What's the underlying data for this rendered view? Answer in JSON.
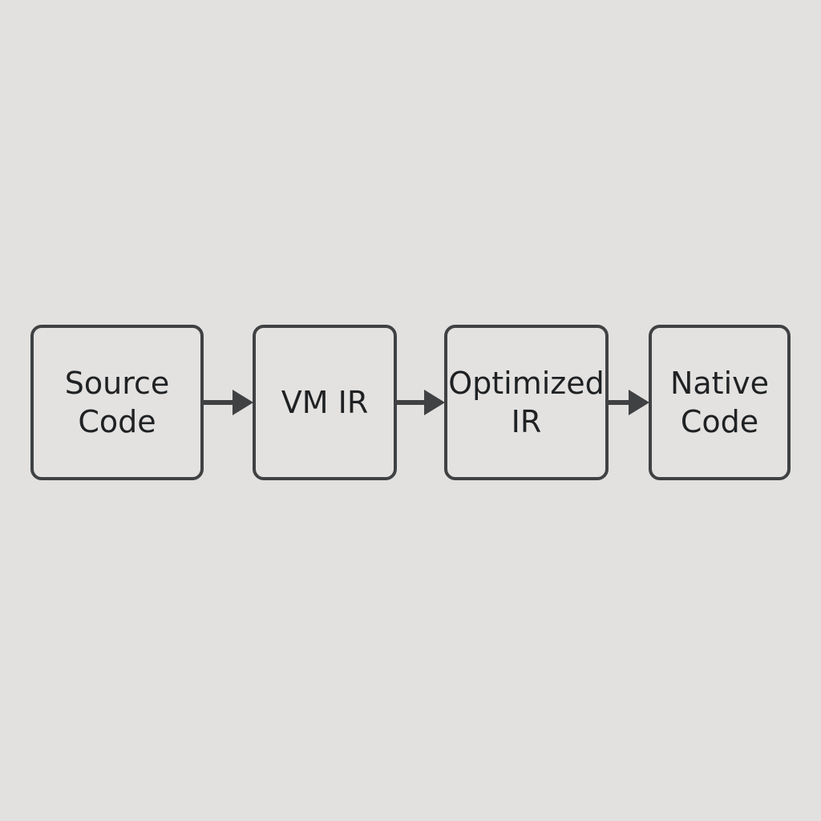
{
  "diagram": {
    "nodes": [
      {
        "id": "source-code",
        "label": "Source\nCode"
      },
      {
        "id": "vm-ir",
        "label": "VM IR"
      },
      {
        "id": "optimized-ir",
        "label": "Optimized\nIR"
      },
      {
        "id": "native-code",
        "label": "Native\nCode"
      }
    ],
    "edges": [
      {
        "from": "source-code",
        "to": "vm-ir"
      },
      {
        "from": "vm-ir",
        "to": "optimized-ir"
      },
      {
        "from": "optimized-ir",
        "to": "native-code"
      }
    ]
  },
  "colors": {
    "background": "#e2e1df",
    "stroke": "#3f4143",
    "text": "#1f2123"
  }
}
